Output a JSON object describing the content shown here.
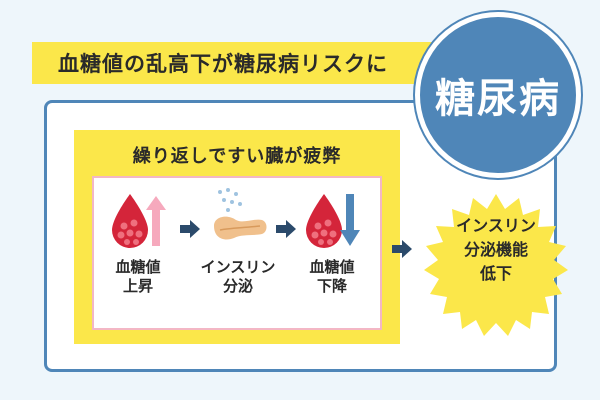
{
  "header": {
    "text": "血糖値の乱高下が糖尿病リスクに"
  },
  "badge": {
    "text": "糖尿病"
  },
  "cycle": {
    "title": "繰り返しですい臓が疲弊",
    "steps": [
      {
        "line1": "血糖値",
        "line2": "上昇",
        "icon": "blood-drop-up-arrow-icon"
      },
      {
        "line1": "インスリン",
        "line2": "分泌",
        "icon": "pancreas-icon"
      },
      {
        "line1": "血糖値",
        "line2": "下降",
        "icon": "blood-drop-down-arrow-icon"
      }
    ]
  },
  "result": {
    "line1": "インスリン",
    "line2": "分泌機能",
    "line3": "低下"
  },
  "colors": {
    "yellow": "#fbe74a",
    "blue": "#4f86b8",
    "blood_red": "#d4253a",
    "up_arrow_pink": "#f6a9bd",
    "down_arrow_blue": "#4f86b8",
    "navy_arrow": "#2b4a6b",
    "pancreas": "#f0c08c"
  }
}
